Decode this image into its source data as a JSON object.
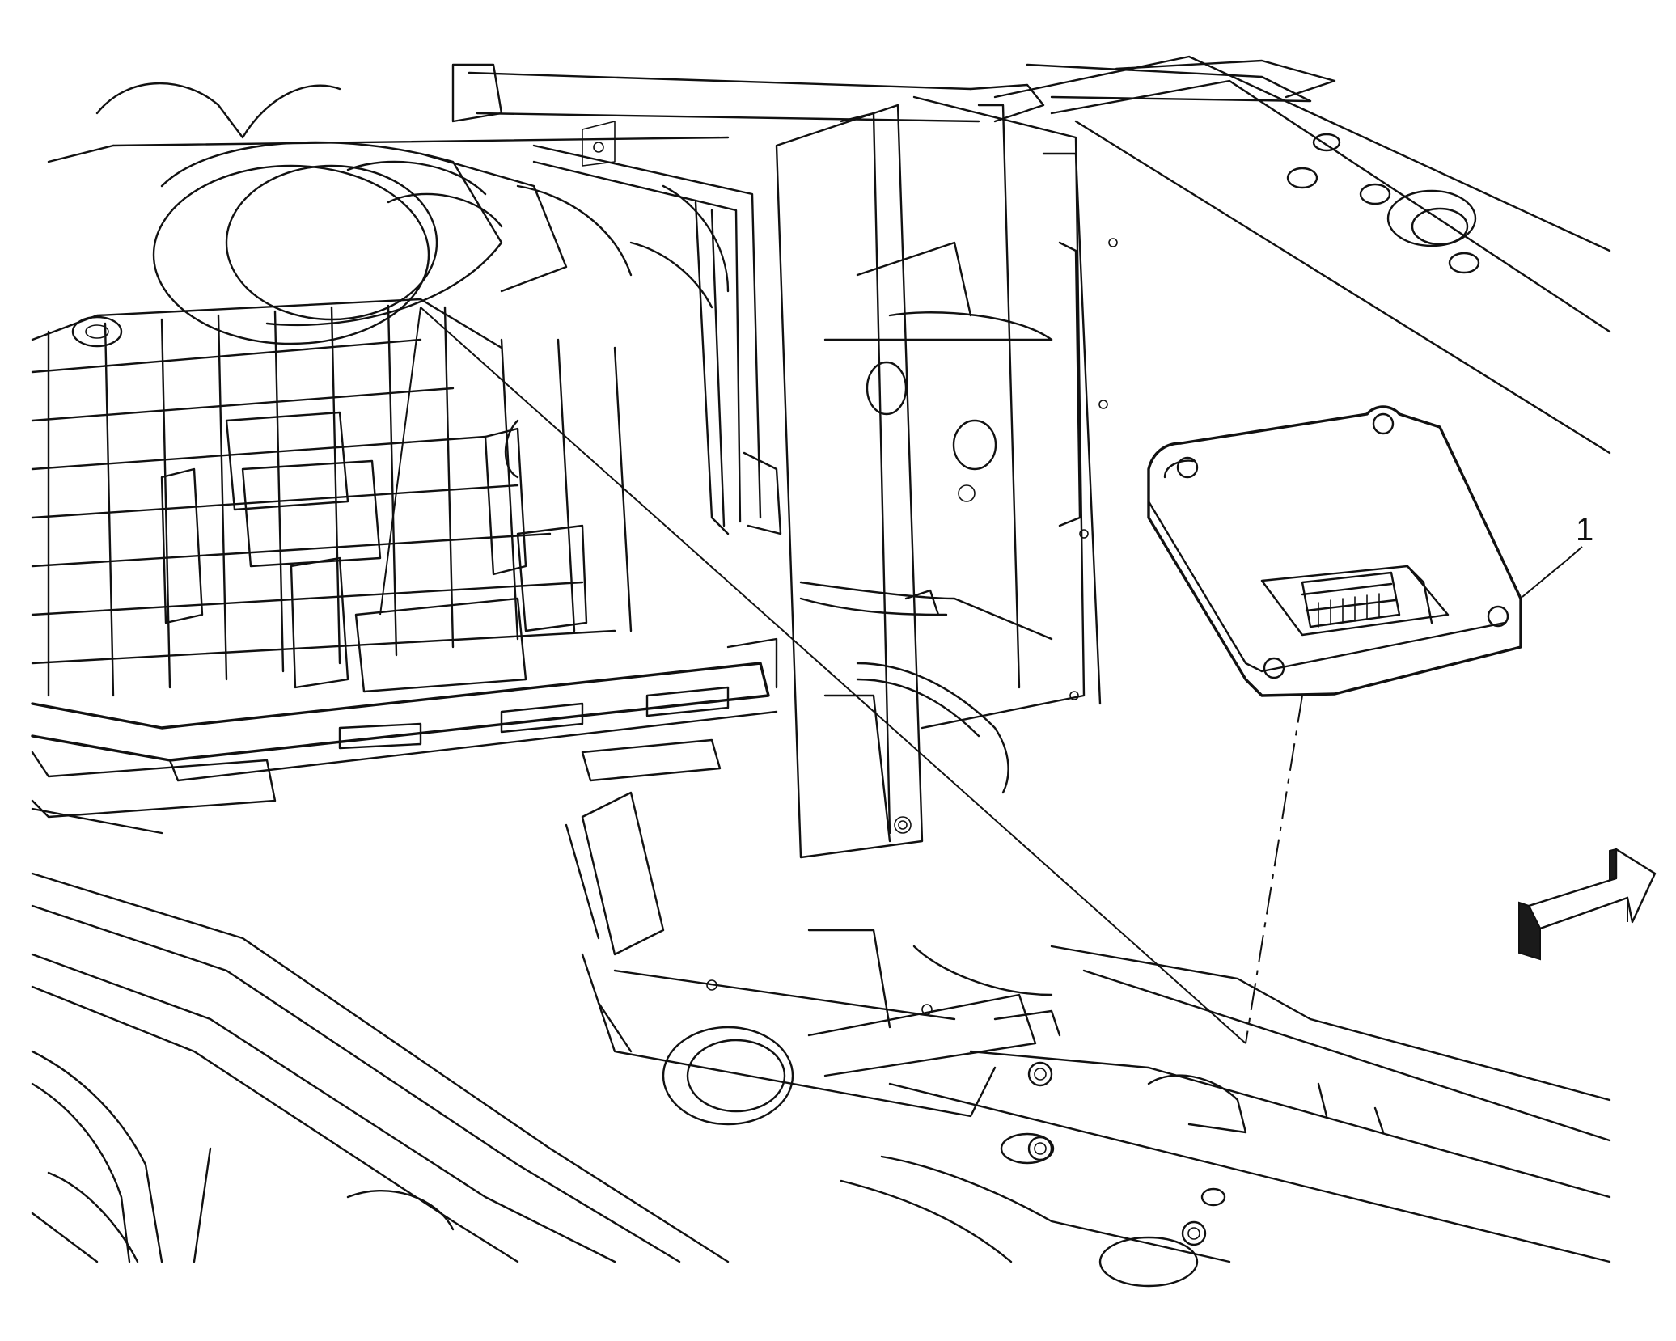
{
  "callouts": [
    {
      "id": "1",
      "label": "1",
      "part": "module"
    }
  ],
  "colors": {
    "line": "#111111",
    "background": "#ffffff",
    "arrow_shade": "#1a1a1a"
  },
  "icons": {
    "view_direction": "front-direction-arrow-icon"
  }
}
